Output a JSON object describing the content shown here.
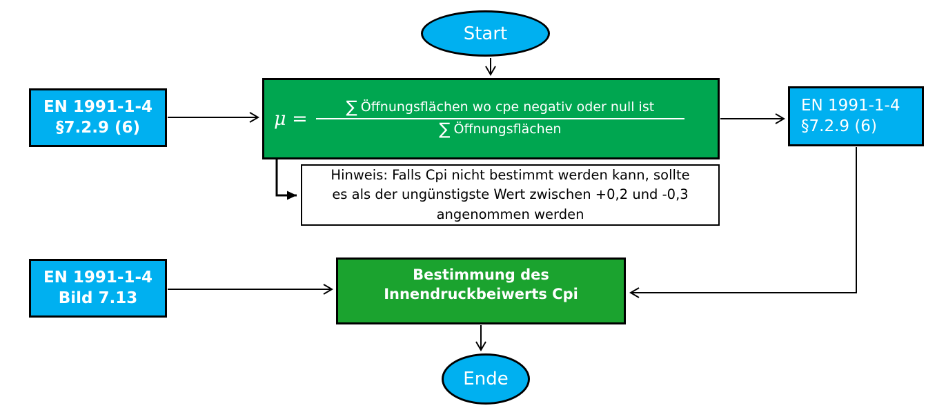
{
  "colors": {
    "canvas_bg": "#FFFFFF",
    "node_cyan": "#00B0F0",
    "formula_green": "#00A650",
    "process_green": "#1BA32F",
    "note_bg": "#FFFFFF",
    "outline_black": "#000000",
    "text_white": "#FFFFFF",
    "text_black": "#000000"
  },
  "nodes": {
    "start": {
      "label": "Start"
    },
    "ref_top_left": {
      "line1": "EN 1991-1-4",
      "line2": "§7.2.9 (6)"
    },
    "formula": {
      "lhs": "μ =",
      "sigma": "∑",
      "numerator": "Öffnungsflächen wo cpe negativ oder null ist",
      "denominator": "Öffnungsflächen"
    },
    "ref_top_right": {
      "line1": "EN 1991-1-4",
      "line2": "§7.2.9 (6)"
    },
    "note": {
      "line1": "Hinweis: Falls Cpi nicht bestimmt werden kann, sollte",
      "line2": "es als der ungünstigste Wert zwischen +0,2 und -0,3",
      "line3": "angenommen werden"
    },
    "ref_bottom_left": {
      "line1": "EN 1991-1-4",
      "line2": "Bild 7.13"
    },
    "process": {
      "line1": "Bestimmung des",
      "line2": "Innendruckbeiwerts Cpi"
    },
    "end": {
      "label": "Ende"
    }
  }
}
